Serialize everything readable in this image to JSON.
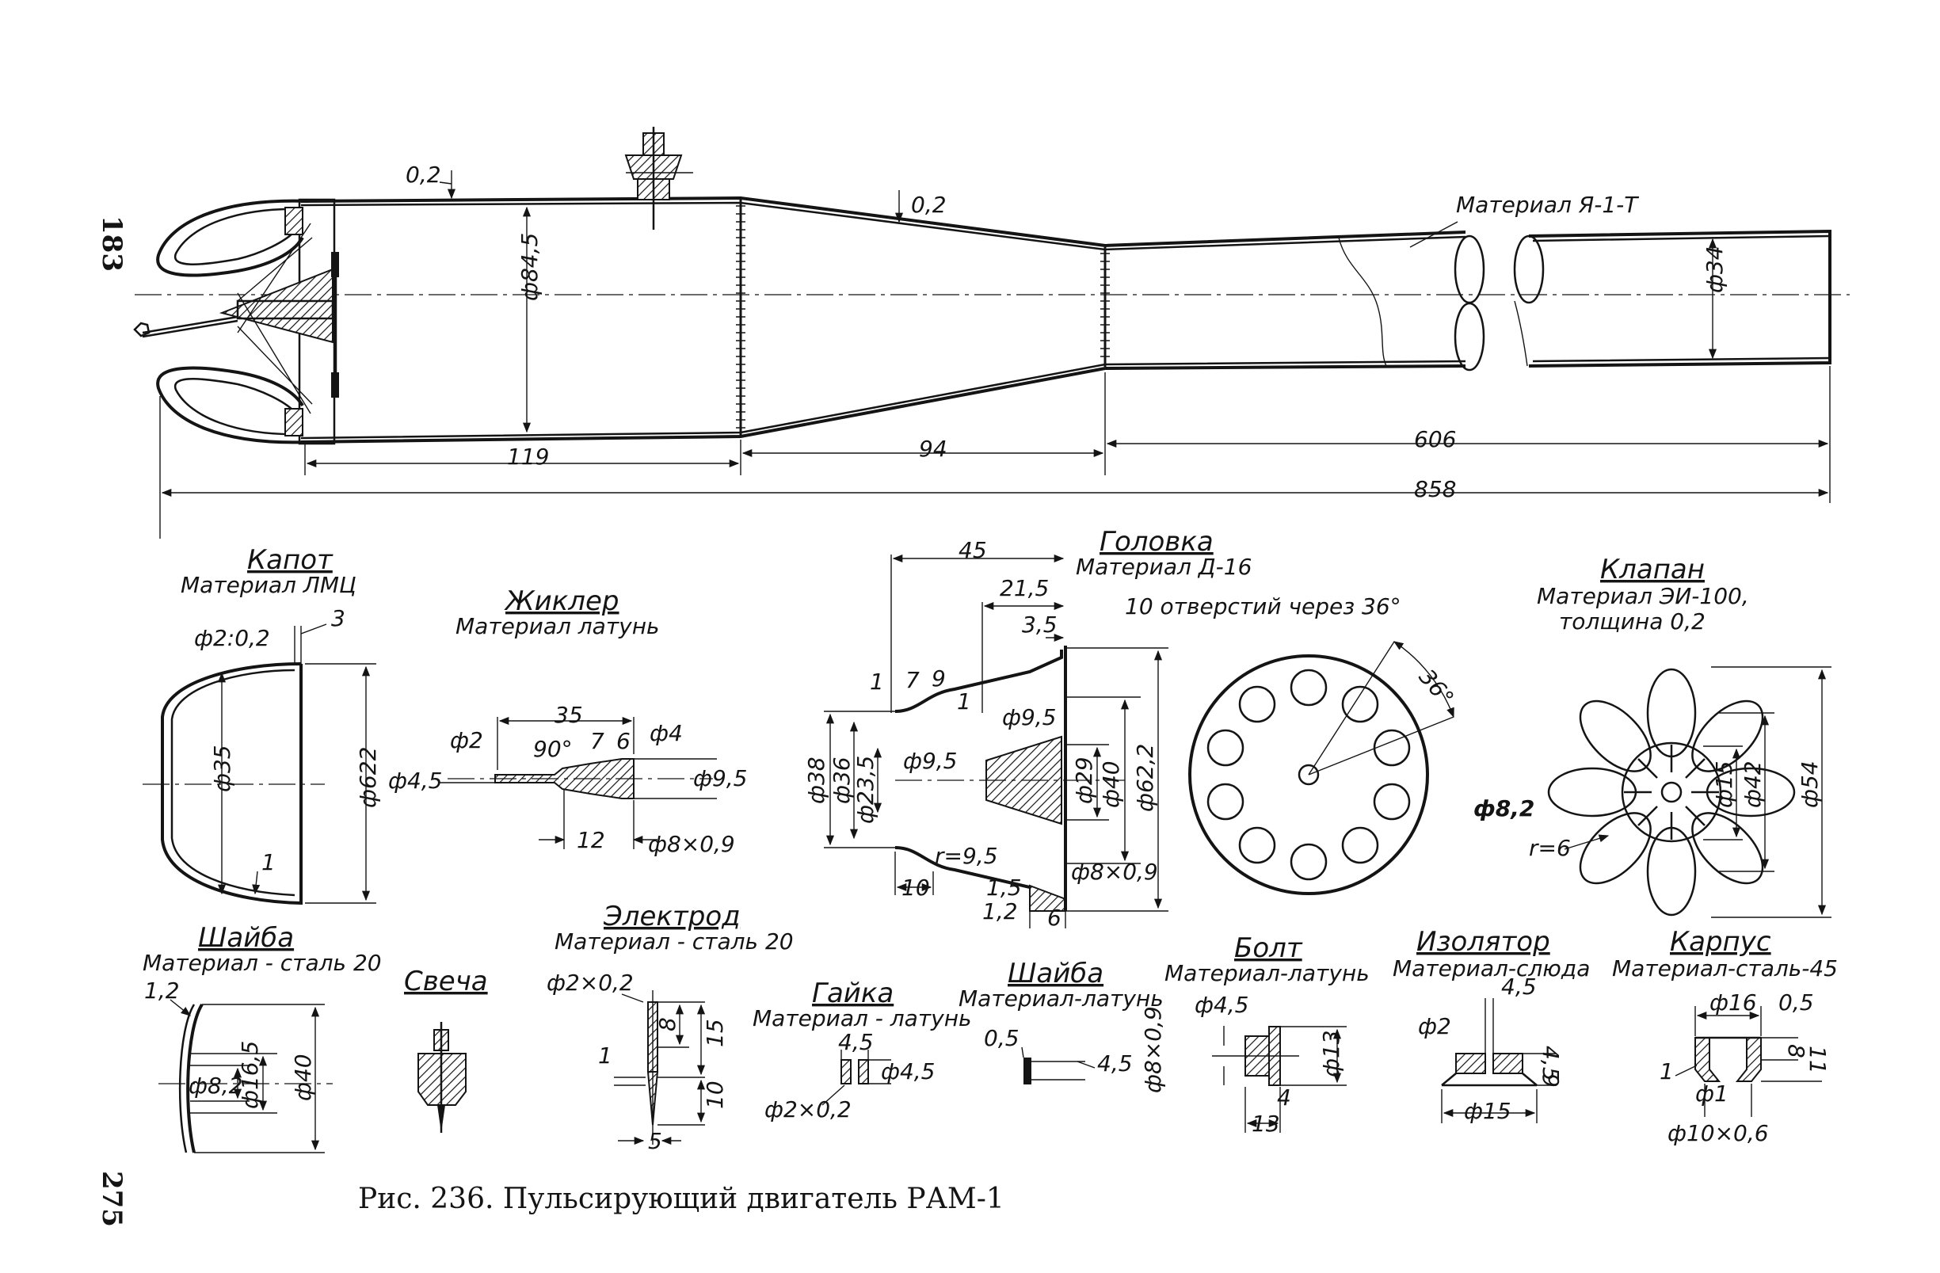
{
  "page_number_top": "183",
  "page_number_bottom": "275",
  "caption": "Рис. 236. Пульсирующий двигатель РАМ-1",
  "assembly": {
    "material": "Материал Я-1-Т",
    "dims": {
      "wall_front": "0,2",
      "wall_cone": "0,2",
      "dia_body": "ф84,5",
      "dia_tail": "ф34",
      "len_front": "119",
      "len_cone": "94",
      "len_tail": "606",
      "len_total": "858"
    }
  },
  "parts": {
    "kapot": {
      "title": "Капот",
      "material": "Материал ЛМЦ",
      "dims": {
        "thickness": "ф2:0,2",
        "edge": "3",
        "dia_inner": "ф35",
        "dia_outer": "ф622",
        "wall": "1"
      }
    },
    "zhikler": {
      "title": "Жиклер",
      "material": "Материал латунь",
      "dims": {
        "len": "35",
        "d2": "ф2",
        "angle": "90°",
        "seven": "7",
        "six": "6",
        "d4": "ф4",
        "d45": "ф4,5",
        "d95": "ф9,5",
        "twelve": "12",
        "d8x09": "ф8×0,9"
      }
    },
    "golovka": {
      "title": "Головка",
      "material": "Материал Д-16",
      "note": "10 отверстий через 36°",
      "angle": "36°",
      "dims": {
        "w45": "45",
        "w215": "21,5",
        "w35": "3,5",
        "one": "1",
        "seven": "7",
        "nine": "9",
        "one_b": "1",
        "d95a": "ф9,5",
        "d95b": "ф9,5",
        "d38": "ф38",
        "d36": "ф36",
        "d235": "ф23,5",
        "d29": "ф29",
        "d40": "ф40",
        "d622": "ф62,2",
        "r95": "r=9,5",
        "ten": "10",
        "w15": "1,5",
        "w12": "1,2",
        "six": "6",
        "d8x09": "ф8×0,9"
      }
    },
    "klapan": {
      "title": "Клапан",
      "material": "Материал ЭИ-100,",
      "thickness": "толщина 0,2",
      "dims": {
        "d82": "ф8,2",
        "r6": "r=6",
        "d15": "ф15",
        "d42": "ф42",
        "d54": "ф54"
      }
    },
    "shaiba1": {
      "title": "Шайба",
      "material": "Материал - сталь 20",
      "dims": {
        "t": "1,2",
        "d82": "ф8,2",
        "d165": "ф16,5",
        "d40": "ф40"
      }
    },
    "svecha": {
      "title": "Свеча"
    },
    "elektrod": {
      "title": "Электрод",
      "material": "Материал - сталь 20",
      "dims": {
        "d2x02": "ф2×0,2",
        "one": "1",
        "eight": "8",
        "fifteen": "15",
        "ten": "10",
        "five": "5"
      }
    },
    "gaika": {
      "title": "Гайка",
      "material": "Материал - латунь",
      "dims": {
        "w45": "4,5",
        "d45": "ф4,5",
        "d2x02": "ф2×0,2"
      }
    },
    "shaiba2": {
      "title": "Шайба",
      "material": "Материал-латунь",
      "dims": {
        "t": "0,5",
        "d45": "4,5"
      }
    },
    "bolt": {
      "title": "Болт",
      "material": "Материал-латунь",
      "dims": {
        "d45": "ф4,5",
        "d8x09": "ф8×0,9",
        "d13": "ф13",
        "four": "4",
        "thirteen": "13"
      }
    },
    "izolyator": {
      "title": "Изолятор",
      "material": "Материал-слюда",
      "dims": {
        "w45": "4,5",
        "d2": "ф2",
        "h45": "4,5",
        "nine": "9",
        "d15": "ф15"
      }
    },
    "korpus": {
      "title": "Карпус",
      "material": "Материал-сталь-45",
      "dims": {
        "d16": "ф16",
        "t05": "0,5",
        "eight": "8",
        "eleven": "11",
        "one": "1",
        "dd1": "ф1",
        "d10x06": "ф10×0,6"
      }
    }
  }
}
